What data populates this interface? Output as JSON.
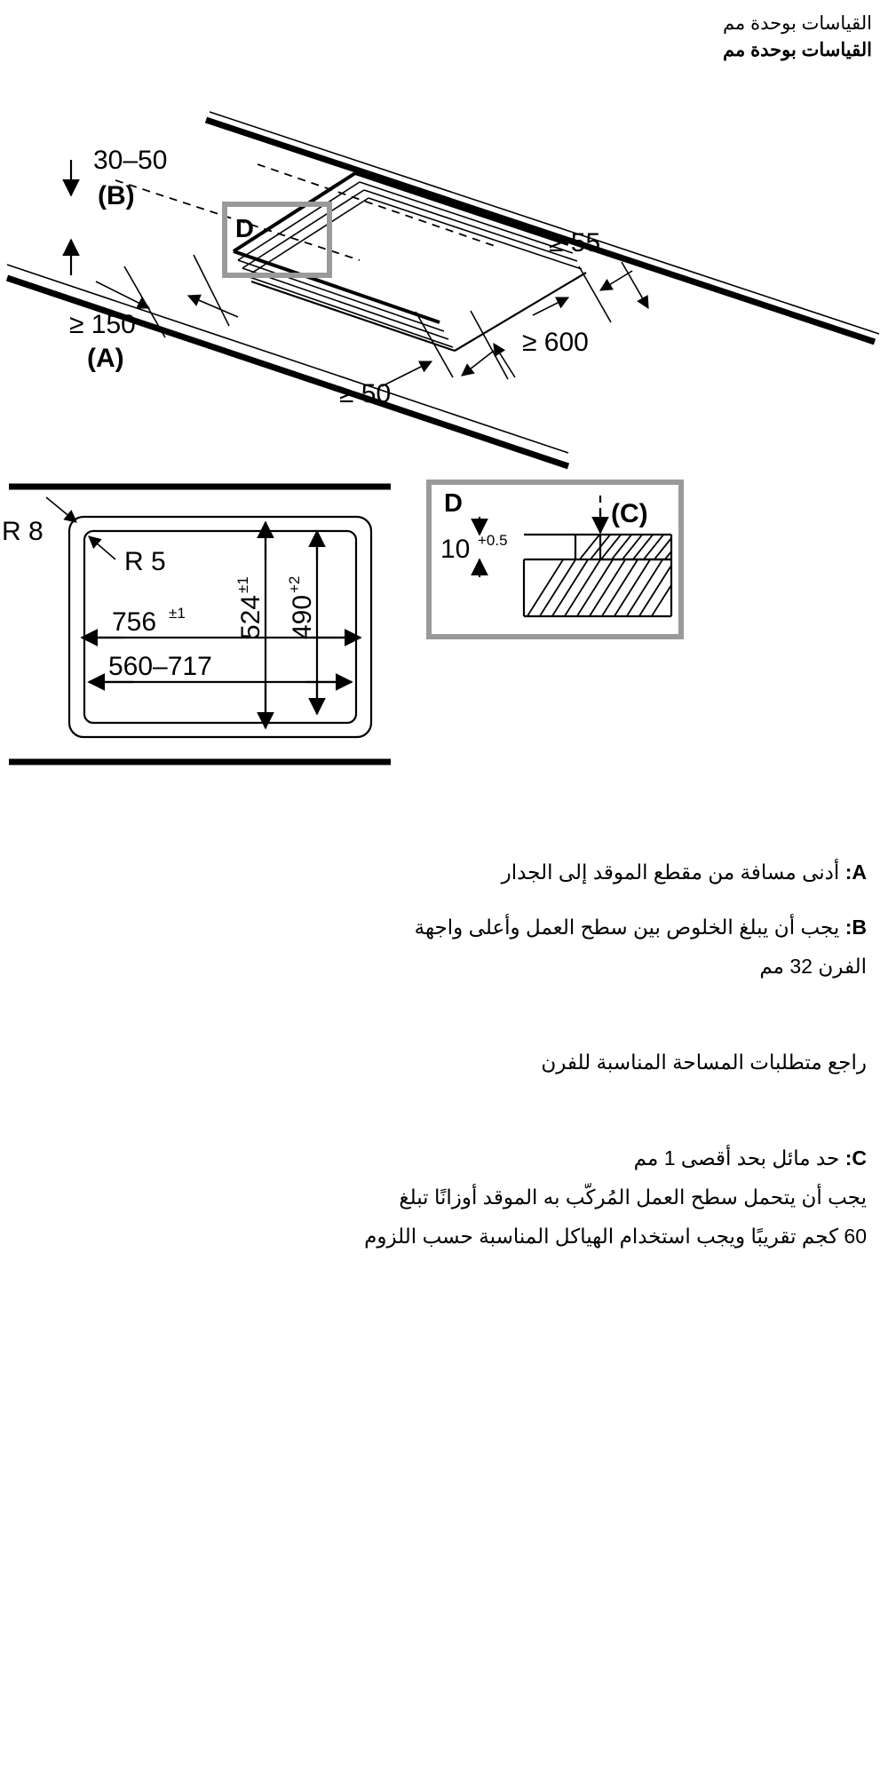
{
  "header": {
    "line_regular": "القياسات بوحدة مم",
    "line_bold": "القياسات بوحدة مم"
  },
  "isometric": {
    "label_b_value": "30–50",
    "label_b_key": "(B)",
    "label_a_value": "≥ 150",
    "label_a_key": "(A)",
    "label_50": "≥ 50",
    "label_55": "≥ 55",
    "label_600": "≥ 600",
    "detail_callout": "D"
  },
  "plan": {
    "radius_outer": "R 8",
    "radius_inner": "R 5",
    "width_outer": "756",
    "width_outer_tol": "±1",
    "width_inner": "560–717",
    "height_outer": "524",
    "height_outer_tol": "±1",
    "height_inner": "490",
    "height_inner_tol": "+2"
  },
  "detail": {
    "title": "D",
    "label_c": "(C)",
    "thickness": "10",
    "thickness_tol": "+0.5"
  },
  "notes": [
    {
      "key": "A:",
      "lines": [
        "أدنى مسافة من مقطع الموقد إلى الجدار"
      ]
    },
    {
      "key": "B:",
      "lines": [
        "يجب أن يبلغ الخلوص بين سطح العمل وأعلى واجهة",
        "الفرن 32 مم"
      ]
    },
    {
      "key": "",
      "lines": [
        "راجع متطلبات المساحة المناسبة للفرن"
      ]
    },
    {
      "key": "C:",
      "lines": [
        "حد مائل بحد أقصى 1 مم",
        "يجب أن يتحمل سطح العمل المُركّب به الموقد أوزانًا تبلغ",
        "60 كجم تقريبًا ويجب استخدام الهياكل المناسبة حسب اللزوم"
      ]
    }
  ],
  "colors": {
    "ink": "#000000",
    "callout_box": "#9a9a9a",
    "background": "#ffffff"
  }
}
